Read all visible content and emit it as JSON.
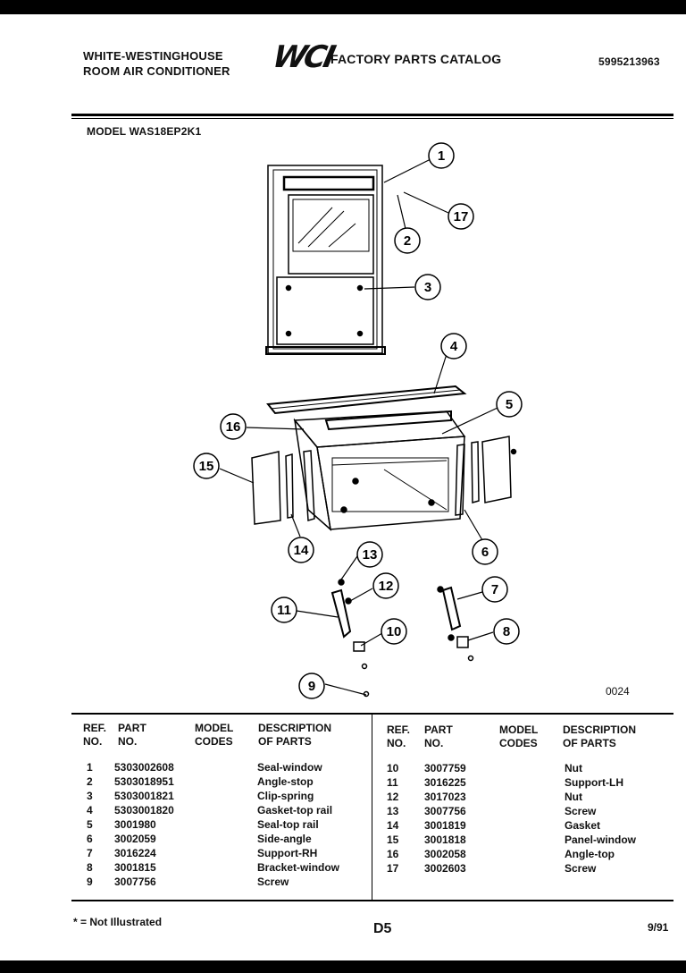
{
  "header": {
    "brand_line1": "WHITE-WESTINGHOUSE",
    "brand_line2": "ROOM AIR CONDITIONER",
    "logo_text": "WCI",
    "catalog_title": "FACTORY PARTS CATALOG",
    "catalog_number": "5995213963"
  },
  "model_label": "MODEL WAS18EP2K1",
  "diagram": {
    "code": "0024",
    "callouts": [
      "1",
      "2",
      "3",
      "4",
      "5",
      "6",
      "7",
      "8",
      "9",
      "10",
      "11",
      "12",
      "13",
      "14",
      "15",
      "16",
      "17"
    ]
  },
  "table": {
    "headers": {
      "ref": "REF.",
      "no": "NO.",
      "part": "PART",
      "part_no": "NO.",
      "model": "MODEL",
      "codes": "CODES",
      "description": "DESCRIPTION",
      "of_parts": "OF PARTS"
    },
    "left_rows": [
      {
        "ref": "1",
        "part": "5303002608",
        "codes": "",
        "desc": "Seal-window"
      },
      {
        "ref": "2",
        "part": "5303018951",
        "codes": "",
        "desc": "Angle-stop"
      },
      {
        "ref": "3",
        "part": "5303001821",
        "codes": "",
        "desc": "Clip-spring"
      },
      {
        "ref": "4",
        "part": "5303001820",
        "codes": "",
        "desc": "Gasket-top rail"
      },
      {
        "ref": "5",
        "part": "3001980",
        "codes": "",
        "desc": "Seal-top rail"
      },
      {
        "ref": "6",
        "part": "3002059",
        "codes": "",
        "desc": "Side-angle"
      },
      {
        "ref": "7",
        "part": "3016224",
        "codes": "",
        "desc": "Support-RH"
      },
      {
        "ref": "8",
        "part": "3001815",
        "codes": "",
        "desc": "Bracket-window"
      },
      {
        "ref": "9",
        "part": "3007756",
        "codes": "",
        "desc": "Screw"
      }
    ],
    "right_rows": [
      {
        "ref": "10",
        "part": "3007759",
        "codes": "",
        "desc": "Nut"
      },
      {
        "ref": "11",
        "part": "3016225",
        "codes": "",
        "desc": "Support-LH"
      },
      {
        "ref": "12",
        "part": "3017023",
        "codes": "",
        "desc": "Nut"
      },
      {
        "ref": "13",
        "part": "3007756",
        "codes": "",
        "desc": "Screw"
      },
      {
        "ref": "14",
        "part": "3001819",
        "codes": "",
        "desc": "Gasket"
      },
      {
        "ref": "15",
        "part": "3001818",
        "codes": "",
        "desc": "Panel-window"
      },
      {
        "ref": "16",
        "part": "3002058",
        "codes": "",
        "desc": "Angle-top"
      },
      {
        "ref": "17",
        "part": "3002603",
        "codes": "",
        "desc": "Screw"
      }
    ]
  },
  "footer": {
    "note": "* = Not Illustrated",
    "page": "D5",
    "date": "9/91"
  }
}
